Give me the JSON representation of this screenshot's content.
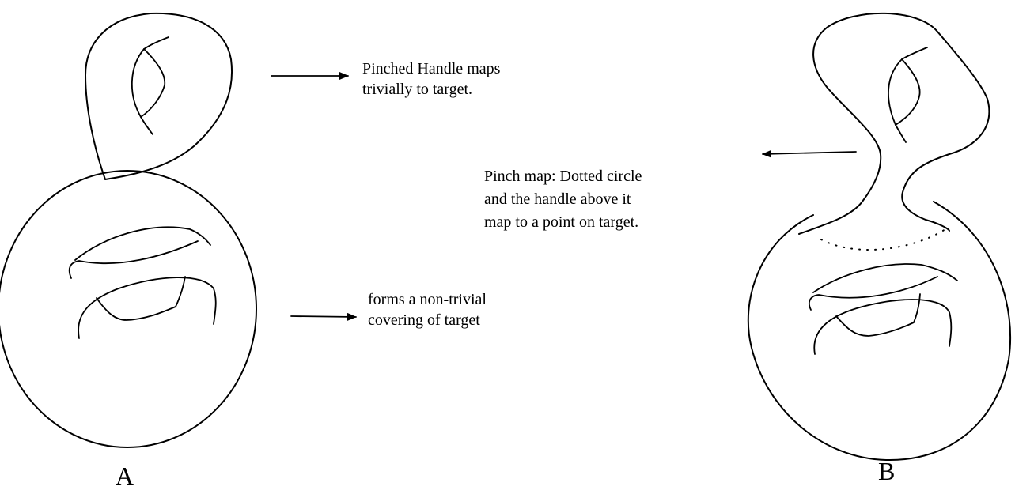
{
  "annotations": {
    "pinched_handle": {
      "lines": [
        "Pinched Handle maps",
        "trivially to target."
      ]
    },
    "non_trivial": {
      "lines": [
        "forms a non-trivial",
        "covering of target"
      ]
    },
    "pinch_map": {
      "lines": [
        "Pinch map:  Dotted circle",
        "and the handle above it",
        "map  to a point on target."
      ]
    }
  },
  "panels": {
    "a_label": "A",
    "b_label": "B"
  }
}
